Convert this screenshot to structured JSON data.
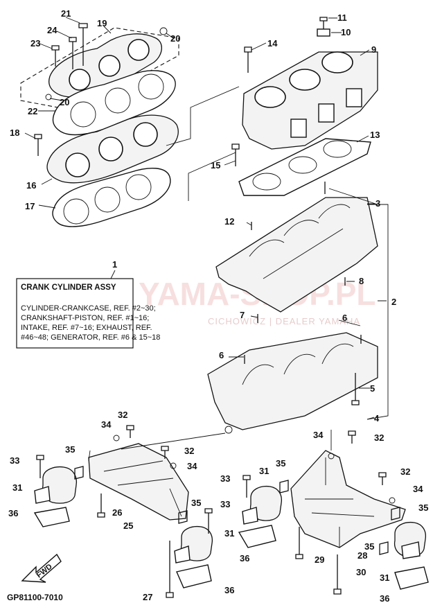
{
  "diagram": {
    "callouts": [
      "1",
      "2",
      "3",
      "4",
      "5",
      "6",
      "7",
      "8",
      "9",
      "10",
      "11",
      "12",
      "13",
      "14",
      "15",
      "16",
      "17",
      "18",
      "19",
      "20",
      "21",
      "22",
      "23",
      "24",
      "25",
      "26",
      "27",
      "28",
      "29",
      "30",
      "31",
      "32",
      "33",
      "34",
      "35",
      "36"
    ],
    "legend_box": {
      "title": "CRANK CYLINDER ASSY",
      "lines": [
        "CYLINDER-CRANKCASE, REF. #2~30;",
        "CRANKSHAFT-PISTON, REF. #1~16;",
        "INTAKE, REF. #7~16; EXHAUST, REF.",
        "#46~48; GENERATOR, REF. #6 & 15~18"
      ]
    },
    "watermark": {
      "main": "YAMA-SHOP.PL",
      "sub": "CICHOWICZ | DEALER YAMAHA"
    },
    "diagram_code": "GP81100-7010",
    "fwd_label": "FWD"
  }
}
